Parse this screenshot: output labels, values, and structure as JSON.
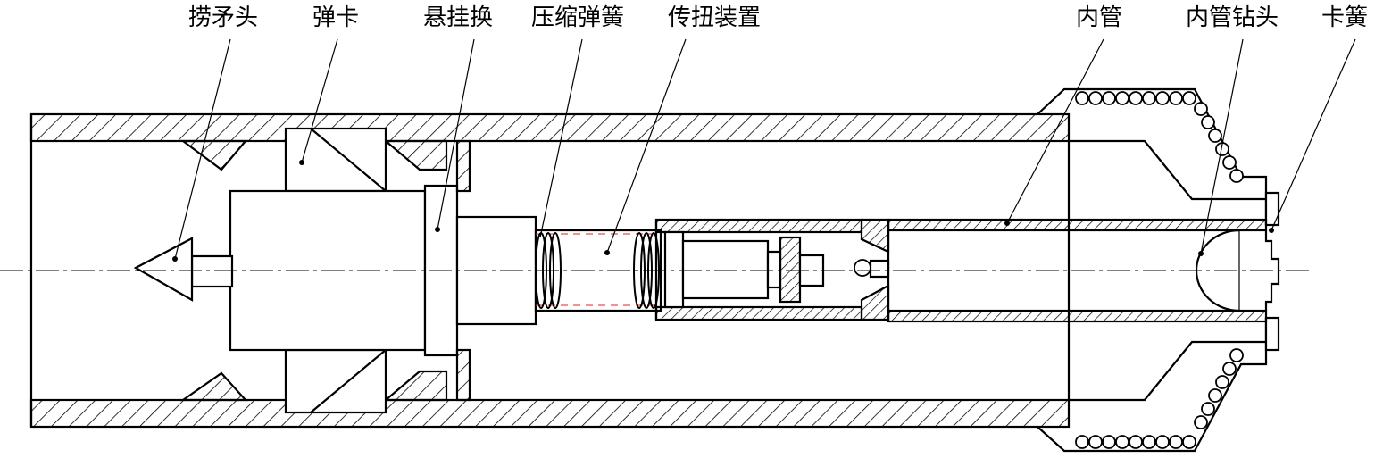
{
  "labels": {
    "spear_head": "捞矛头",
    "spring_catch": "弹卡",
    "hanger_swap": "悬挂换",
    "compression_spring": "压缩弹簧",
    "torque_device": "传扭装置",
    "inner_tube": "内管",
    "inner_tube_bit": "内管钻头",
    "collet_spring": "卡簧"
  },
  "colors": {
    "line": "#000000",
    "accent_dashed": "#e0241b",
    "background": "#ffffff"
  }
}
